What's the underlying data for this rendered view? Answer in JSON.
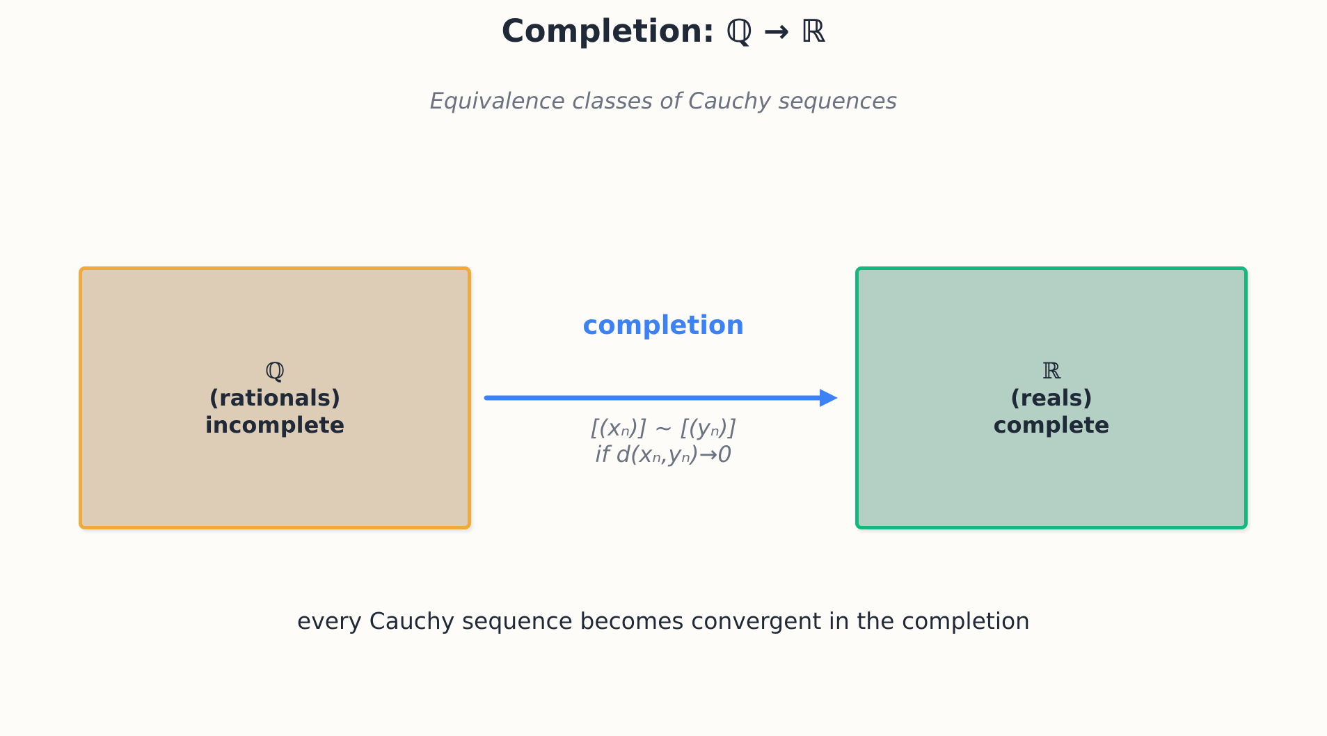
{
  "title": "Completion: ℚ → ℝ",
  "subtitle": "Equivalence classes of Cauchy sequences",
  "source_box": {
    "symbol": "ℚ",
    "name": "(rationals)",
    "property": "incomplete",
    "fill": "#ddcdb6",
    "border": "#f0a93b"
  },
  "target_box": {
    "symbol": "ℝ",
    "name": "(reals)",
    "property": "complete",
    "fill": "#b4d0c4",
    "border": "#16b882"
  },
  "arrow": {
    "label": "completion",
    "relation_line1": "[(xₙ)] ~ [(yₙ)]",
    "relation_line2": "if d(xₙ,yₙ)→0",
    "color": "#3b82f6"
  },
  "footer": "every Cauchy sequence becomes convergent in the completion"
}
